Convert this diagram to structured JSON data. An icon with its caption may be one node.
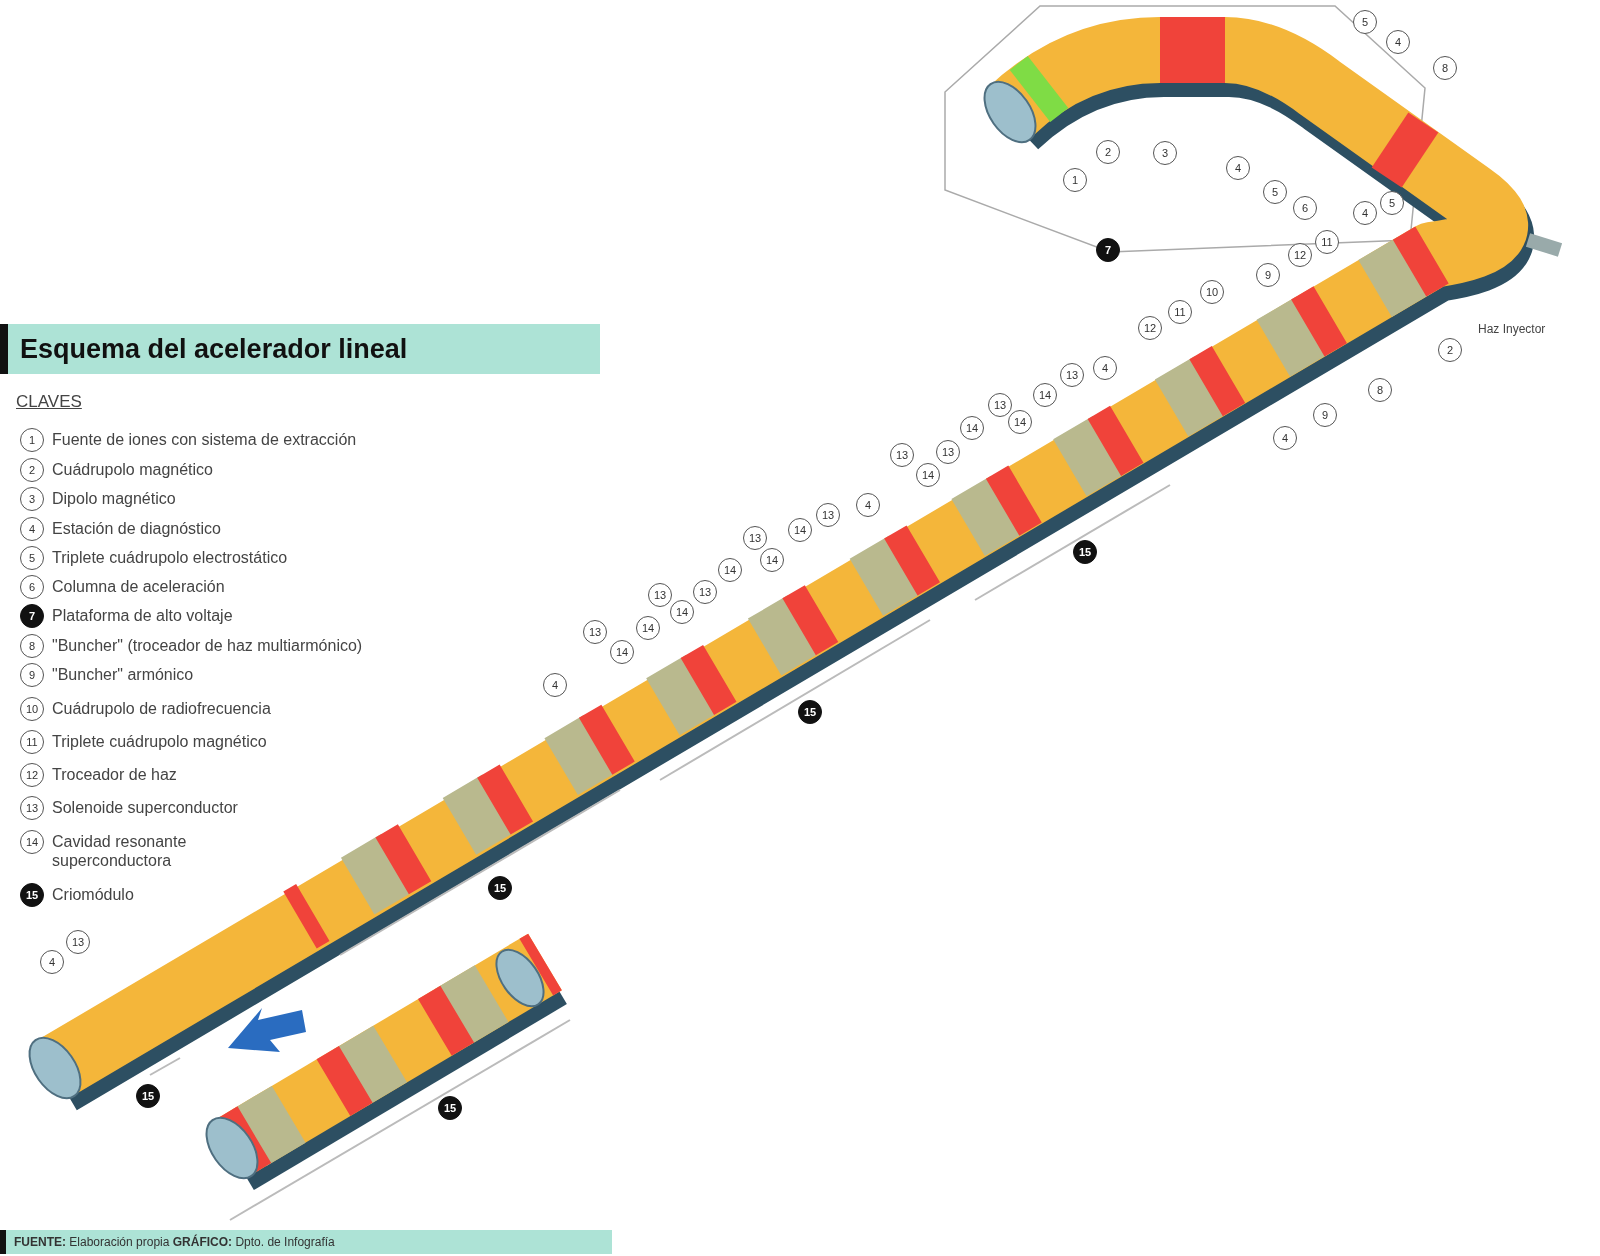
{
  "diagram": {
    "title": "Esquema del acelerador lineal",
    "caption": "**FUENTE:** Elaboración propia **GRÁFICO:** Dpto. de Infografía",
    "labels": [
      "CLAVES",
      "1",
      "2",
      "3",
      "4",
      "5",
      "6",
      "7",
      "8",
      "9",
      "10",
      "11",
      "12",
      "13",
      "14",
      "15",
      "1",
      "2",
      "3",
      "4",
      "5",
      "6",
      "4",
      "5",
      "7",
      "5",
      "4",
      "8",
      "12",
      "11",
      "9",
      "10",
      "11",
      "12",
      "4",
      "13",
      "14",
      "14",
      "13",
      "14",
      "13",
      "14",
      "13",
      "4",
      "13",
      "14",
      "14",
      "13",
      "14",
      "13",
      "14",
      "13",
      "14",
      "14",
      "13",
      "4",
      "2",
      "8",
      "9",
      "4",
      "15",
      "15",
      "15",
      "15",
      "15",
      "4",
      "13",
      "Haz Inyector"
    ],
    "legend": [
      {
        "text": "Fuente de iones con sistema de extracción"
      },
      {
        "text": "Cuádrupolo magnético"
      },
      {
        "text": "Dipolo magnético"
      },
      {
        "text": "Estación de diagnóstico"
      },
      {
        "text": "Triplete cuádrupolo electrostático"
      },
      {
        "text": "Columna de aceleración"
      },
      {
        "text": "Plataforma de alto voltaje"
      },
      {
        "text": "\"Buncher\" (troceador de haz multiarmónico)"
      },
      {
        "text": "\"Buncher\" armónico"
      },
      {
        "text": "Cuádrupolo de radiofrecuencia"
      },
      {
        "text": "Triplete cuádrupolo magnético"
      },
      {
        "text": "Troceador de haz"
      },
      {
        "text": "Solenoide superconductor"
      },
      {
        "text": "Cavidad resonante superconductora"
      },
      {
        "text": "Criomódulo"
      }
    ]
  }
}
